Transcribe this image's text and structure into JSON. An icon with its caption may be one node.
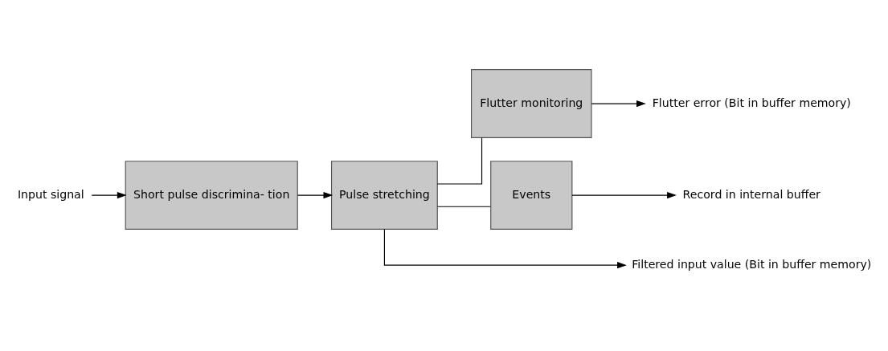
{
  "diagram": {
    "nodes": [
      {
        "text": [
          "Input signal"
        ]
      },
      {
        "text": [
          "Short pulse discrimina- tion"
        ]
      },
      {
        "text": [
          "Pulse stretching"
        ]
      },
      {
        "text": [
          "Flutter monitoring"
        ]
      },
      {
        "text": [
          "Events"
        ]
      },
      {
        "text": [
          "Flutter error (Bit in buffer memory)"
        ]
      },
      {
        "text": [
          "Record in internal buffer"
        ]
      },
      {
        "text": [
          "Filtered input value (Bit in buffer memory)"
        ]
      }
    ],
    "edges": [
      {
        "from": 0,
        "to": 1,
        "arrow": "to"
      },
      {
        "from": 1,
        "to": 2,
        "arrow": "to"
      },
      {
        "from": 2,
        "to": 3,
        "arrow": "none"
      },
      {
        "from": 2,
        "to": 4,
        "arrow": "none"
      },
      {
        "from": 2,
        "to": 7,
        "arrow": "to"
      },
      {
        "from": 3,
        "to": 5,
        "arrow": "to"
      },
      {
        "from": 4,
        "to": 6,
        "arrow": "to"
      }
    ]
  }
}
